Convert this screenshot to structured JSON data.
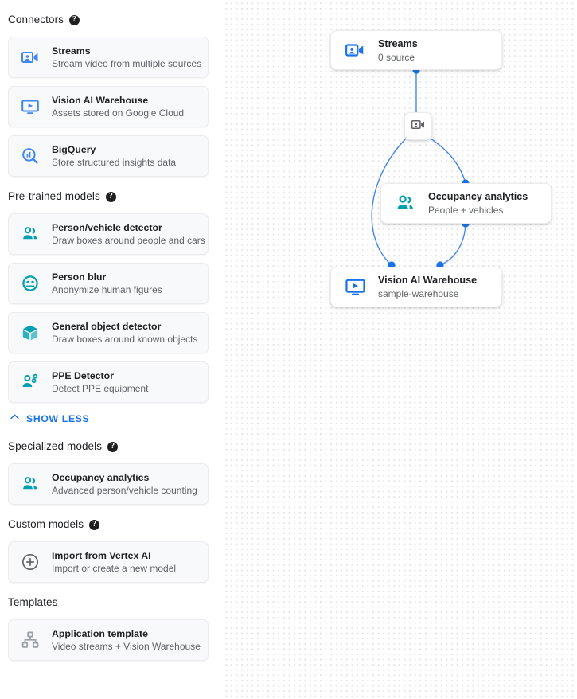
{
  "sidebar": {
    "sections": [
      {
        "title": "Connectors",
        "has_help": true,
        "items": [
          {
            "icon": "video-camera-icon",
            "color": "#4285f4",
            "title": "Streams",
            "subtitle": "Stream video from multiple sources"
          },
          {
            "icon": "monitor-play-icon",
            "color": "#4285f4",
            "title": "Vision AI Warehouse",
            "subtitle": "Assets stored on Google Cloud"
          },
          {
            "icon": "bigquery-search-icon",
            "color": "#4285f4",
            "title": "BigQuery",
            "subtitle": "Store structured insights data"
          }
        ]
      },
      {
        "title": "Pre-trained models",
        "has_help": true,
        "items": [
          {
            "icon": "people-icon",
            "color": "#00a0b0",
            "title": "Person/vehicle detector",
            "subtitle": "Draw boxes around people and cars"
          },
          {
            "icon": "face-blur-icon",
            "color": "#00a0b0",
            "title": "Person blur",
            "subtitle": "Anonymize human figures"
          },
          {
            "icon": "cube-icon",
            "color": "#00a0b0",
            "title": "General object detector",
            "subtitle": "Draw boxes around known objects"
          },
          {
            "icon": "ppe-person-icon",
            "color": "#00a0b0",
            "title": "PPE Detector",
            "subtitle": "Detect PPE equipment"
          }
        ]
      },
      {
        "title": "Specialized models",
        "has_help": true,
        "items": [
          {
            "icon": "people-icon",
            "color": "#00a0b0",
            "title": "Occupancy analytics",
            "subtitle": "Advanced person/vehicle counting"
          }
        ]
      },
      {
        "title": "Custom models",
        "has_help": true,
        "items": [
          {
            "icon": "plus-circle-icon",
            "color": "#5f6368",
            "title": "Import from Vertex AI",
            "subtitle": "Import or create a new model"
          }
        ]
      },
      {
        "title": "Templates",
        "has_help": false,
        "items": [
          {
            "icon": "sitemap-icon",
            "color": "#9aa0a6",
            "title": "Application template",
            "subtitle": "Video streams + Vision Warehouse"
          }
        ]
      }
    ],
    "show_less": {
      "label": "SHOW LESS",
      "icon": "chevron-up-icon"
    }
  },
  "canvas": {
    "edge_color": "#4285f4",
    "dot_color": "#1a73e8",
    "nodes": [
      {
        "id": "streams",
        "icon": "video-camera-icon",
        "color": "#1a73e8",
        "title": "Streams",
        "subtitle": "0 source"
      },
      {
        "id": "occupancy",
        "icon": "people-icon",
        "color": "#00a0b0",
        "title": "Occupancy analytics",
        "subtitle": "People + vehicles"
      },
      {
        "id": "warehouse",
        "icon": "monitor-play-icon",
        "color": "#1a73e8",
        "title": "Vision AI Warehouse",
        "subtitle": "sample-warehouse"
      }
    ],
    "badge": {
      "icon": "video-camera-icon",
      "color": "#5f6368"
    }
  }
}
